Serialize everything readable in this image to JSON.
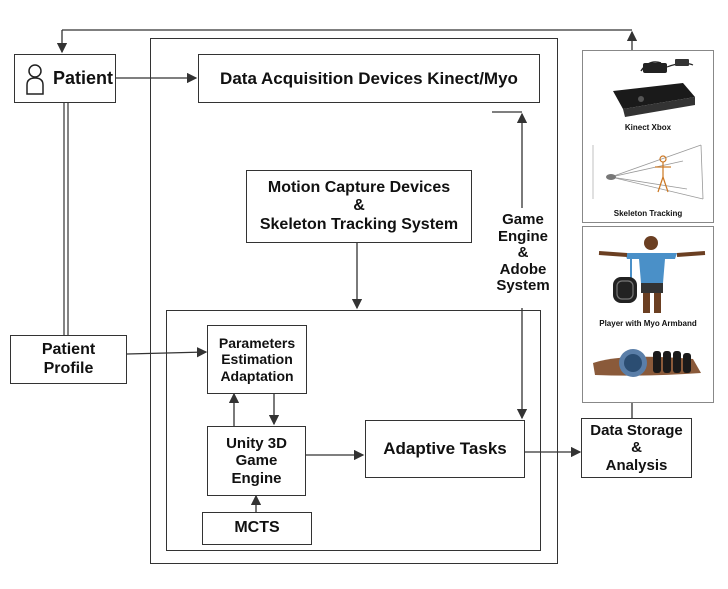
{
  "nodes": {
    "patient": "Patient",
    "data_acquisition": "Data Acquisition Devices Kinect/Myo",
    "motion_capture": "Motion Capture Devices\n&\nSkeleton Tracking System",
    "game_engine_label": "Game\nEngine\n&\nAdobe\nSystem",
    "patient_profile": "Patient\nProfile",
    "parameters": "Parameters\nEstimation\nAdaptation",
    "unity": "Unity 3D\nGame\nEngine",
    "mcts": "MCTS",
    "adaptive_tasks": "Adaptive Tasks",
    "data_storage": "Data Storage\n&\nAnalysis"
  },
  "images": {
    "kinect_caption": "Kinect Xbox",
    "skeleton_caption": "Skeleton Tracking",
    "myo_caption": "Player with Myo Armband"
  },
  "colors": {
    "line": "#333333",
    "player_shirt": "#4a90c8",
    "skin": "#7a4a2a"
  }
}
